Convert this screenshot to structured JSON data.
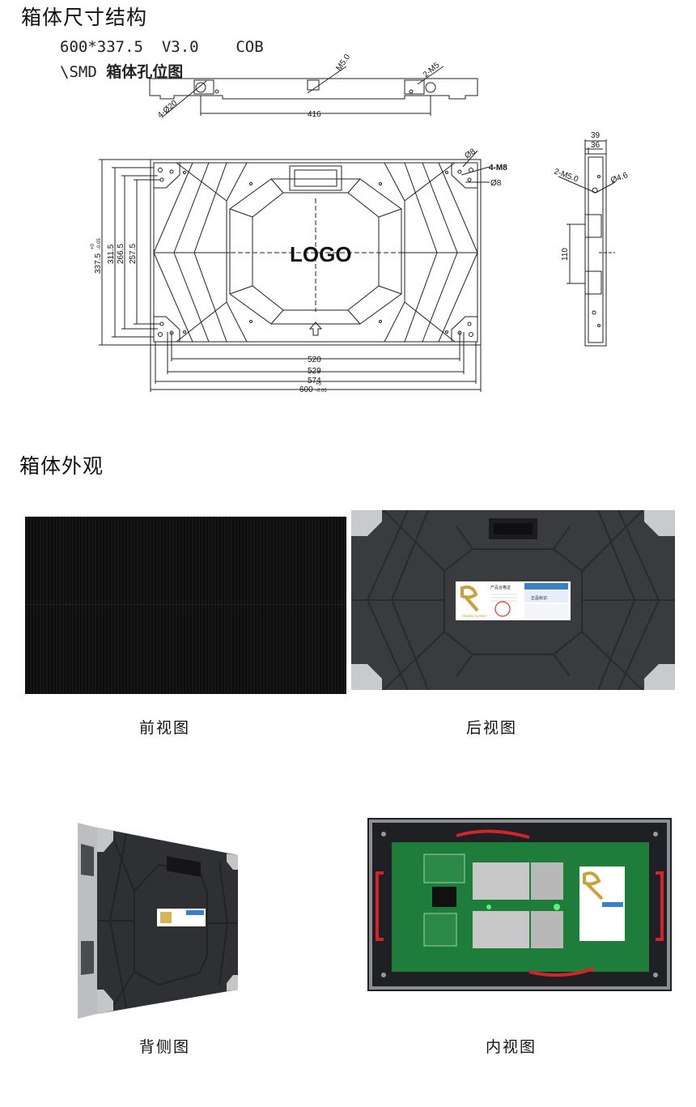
{
  "section1": {
    "title": "箱体尺寸结构",
    "spec_line1": "600*337.5  V3.0    COB",
    "spec_line2_prefix": "\\SMD ",
    "spec_line2_bold": "箱体孔位图"
  },
  "drawing": {
    "top_labels": {
      "m5": "M5.0",
      "two_m5": "2-M5",
      "dia20": "4-Ø20",
      "width416": "416"
    },
    "front_labels": {
      "logo": "LOGO",
      "dia8a": "Ø8",
      "m8": "4-M8",
      "dia8b": "Ø8",
      "h337": "337.5",
      "h337_tol_up": "+0",
      "h337_tol_dn": "-0.05",
      "h311": "311.5",
      "h266": "266.5",
      "h257": "257.5",
      "w520": "520",
      "w529": "529",
      "w574": "574",
      "w600": "600",
      "w600_tol_up": "+0",
      "w600_tol_dn": "-0.05"
    },
    "side_labels": {
      "d39": "39",
      "d36": "36",
      "m5": "2-M5.0",
      "dia46": "Ø4.6",
      "h110": "110"
    }
  },
  "section2": {
    "title": "箱体外观",
    "front_caption": "前视图",
    "back_caption": "后视图",
    "back_side_caption": "背侧图",
    "inner_caption": "内视图"
  },
  "label_sticker": {
    "line1": "产品合格证",
    "brand": "Display system",
    "badge": "正品标识"
  }
}
